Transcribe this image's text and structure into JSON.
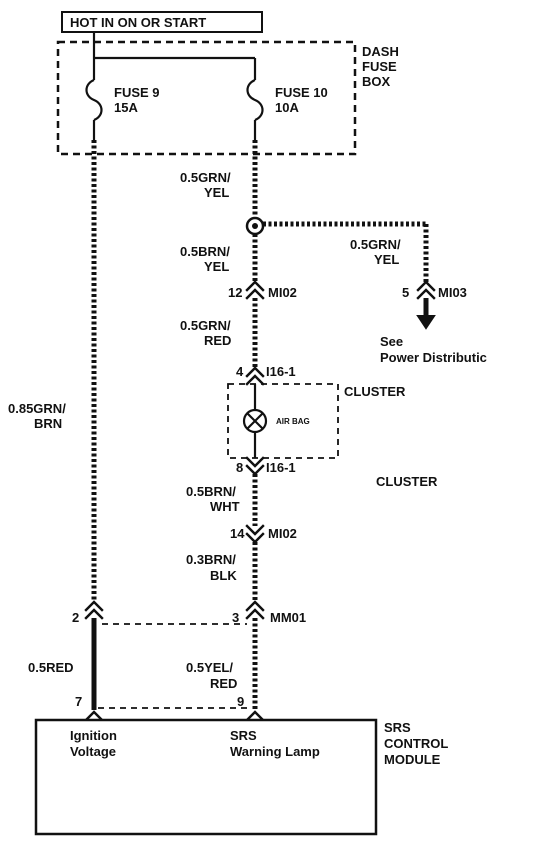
{
  "header": {
    "power_label": "HOT IN ON OR START"
  },
  "fuse_box": {
    "label_line1": "DASH",
    "label_line2": "FUSE",
    "label_line3": "BOX",
    "fuse9_name": "FUSE 9",
    "fuse9_rating": "15A",
    "fuse10_name": "FUSE 10",
    "fuse10_rating": "10A"
  },
  "wires": {
    "w_grn_yel_1": "0.5GRN/",
    "w_grn_yel_2": "YEL",
    "w_brn_yel_1": "0.5BRN/",
    "w_brn_yel_2": "YEL",
    "w_branch_1": "0.5GRN/",
    "w_branch_2": "YEL",
    "w_grn_red_1": "0.5GRN/",
    "w_grn_red_2": "RED",
    "w_grn_brn_1": "0.85GRN/",
    "w_grn_brn_2": "BRN",
    "w_brn_wht_1": "0.5BRN/",
    "w_brn_wht_2": "WHT",
    "w_brn_blk_1": "0.3BRN/",
    "w_brn_blk_2": "BLK",
    "w_red": "0.5RED",
    "w_yel_red_1": "0.5YEL/",
    "w_yel_red_2": "RED"
  },
  "connectors": {
    "mi02_pin_a": "12",
    "mi02_name_a": "MI02",
    "mi03_pin": "5",
    "mi03_name": "MI03",
    "i16_pin_top": "4",
    "i16_name_top": "I16-1",
    "i16_pin_bot": "8",
    "i16_name_bot": "I16-1",
    "mi02_pin_b": "14",
    "mi02_name_b": "MI02",
    "mm01_pin_left": "2",
    "mm01_pin_right": "3",
    "mm01_name": "MM01",
    "module_pin_left": "7",
    "module_pin_right": "9"
  },
  "see_note": {
    "line1": "See",
    "line2": "Power Distributic"
  },
  "cluster": {
    "label_top": "CLUSTER",
    "label_side": "CLUSTER",
    "lamp_label": "AIR BAG"
  },
  "module": {
    "name_line1": "SRS",
    "name_line2": "CONTROL",
    "name_line3": "MODULE",
    "pin7_label_1": "Ignition",
    "pin7_label_2": "Voltage",
    "pin9_label_1": "SRS",
    "pin9_label_2": "Warning Lamp"
  }
}
